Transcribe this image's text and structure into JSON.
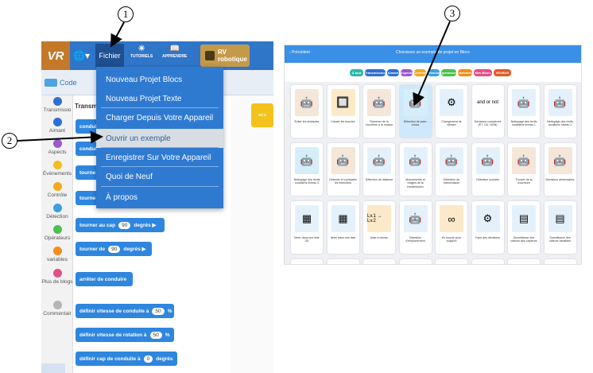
{
  "left_app": {
    "logo": "VR",
    "toolbar": {
      "file_label": "Fichier",
      "tutorials_label": "TUTORIELS",
      "learn_label": "APPRENDRE",
      "robot_label_line1": "RV",
      "robot_label_line2": "robotique"
    },
    "code_tab_label": "Code",
    "workspace_title": "Transm",
    "categories": [
      {
        "label": "Transmissio",
        "color": "#2e6fd1"
      },
      {
        "label": "Aimant",
        "color": "#2e6fd1"
      },
      {
        "label": "Aspects",
        "color": "#9b59d0"
      },
      {
        "label": "Événements",
        "color": "#f2c01e"
      },
      {
        "label": "Contrôle",
        "color": "#f2a81e"
      },
      {
        "label": "Détection",
        "color": "#3aa0e0"
      },
      {
        "label": "Opérateurs",
        "color": "#4cbf4c"
      },
      {
        "label": "variables",
        "color": "#f28c1e"
      },
      {
        "label": "Plus de blogs",
        "color": "#e0508a"
      },
      {
        "label": "Commentair",
        "color": "#b5b5b5"
      }
    ],
    "blocks": [
      {
        "text": "condui",
        "value": ""
      },
      {
        "text": "condui",
        "value": ""
      },
      {
        "text": "tourne",
        "value": ""
      },
      {
        "text": "tourne",
        "value": ""
      },
      {
        "text": "tourner au cap",
        "value": "90",
        "suffix": "degrés ▶"
      },
      {
        "text": "tourner de",
        "value": "90",
        "suffix": "degrés ▶"
      },
      {
        "text": "arrêter de conduire",
        "value": "",
        "suffix": ""
      },
      {
        "text": "définir vitesse de conduite à",
        "value": "50",
        "suffix": "%"
      },
      {
        "text": "définir vitesse de rotation à",
        "value": "50",
        "suffix": "%"
      },
      {
        "text": "définir cap de conduite à",
        "value": "0",
        "suffix": "degrés"
      }
    ],
    "yellow_tab_label": "au c",
    "file_menu": [
      "Nouveau Projet Blocs",
      "Nouveau Projet Texte",
      "Charger Depuis Votre Appareil",
      "Ouvrir un exemple",
      "Enregistrer Sur Votre Appareil",
      "Quoi de Neuf",
      "À propos"
    ],
    "highlighted_menu_index": 3
  },
  "right_app": {
    "back_label": "‹ Précédent",
    "title": "Choisissez un exemple de projet en Blocs",
    "filters": [
      {
        "label": "À tout",
        "color": "#2fb8a8"
      },
      {
        "label": "Transmission",
        "color": "#2e6fd1"
      },
      {
        "label": "Aimant",
        "color": "#2e6fd1"
      },
      {
        "label": "Aspects",
        "color": "#9b59d0"
      },
      {
        "label": "Contrôle",
        "color": "#f2a81e"
      },
      {
        "label": "Détection",
        "color": "#3aa0e0"
      },
      {
        "label": "Opérateurs",
        "color": "#4cbf4c"
      },
      {
        "label": "Variables",
        "color": "#f28c1e"
      },
      {
        "label": "Mes Blocs",
        "color": "#e0508a"
      },
      {
        "label": "VEXBUS",
        "color": "#e05a2a"
      }
    ],
    "examples": [
      {
        "caption": "Éviter les obstacles",
        "color": "#f4e6d8",
        "glyph": "🤖"
      },
      {
        "caption": "Casser les boucles",
        "color": "#fbe9c9",
        "glyph": "🔲"
      },
      {
        "caption": "Ramener de la nourriture à la maison",
        "color": "#f4e6d8",
        "glyph": "🤖"
      },
      {
        "caption": "Détection de pare-chocs",
        "color": "#d6eefa",
        "glyph": "🤖"
      },
      {
        "caption": "Changement de vitesse",
        "color": "#e4f1fb",
        "glyph": "⚙"
      },
      {
        "caption": "Décisions complexes (ET, OU, NON)",
        "color": "#ffffff",
        "glyph": "and or not"
      },
      {
        "caption": "Nettoyage des récifs coralliens niveau 1",
        "color": "#e4f1fb",
        "glyph": "🤖"
      },
      {
        "caption": "Nettoyage des récifs coralliens niveau 2",
        "color": "#e4f1fb",
        "glyph": "🤖"
      },
      {
        "caption": "Nettoyage des récifs coralliens niveau 3",
        "color": "#d6eefa",
        "glyph": "🤖"
      },
      {
        "caption": "Détecter et combattre les incendies",
        "color": "#f4e6d8",
        "glyph": "🤖"
      },
      {
        "caption": "Détection de distance",
        "color": "#e4f1fb",
        "glyph": "🤖"
      },
      {
        "caption": "Mouvements et virages de la transmission",
        "color": "#e4f1fb",
        "glyph": "🤖"
      },
      {
        "caption": "Détection de transmission",
        "color": "#e4f1fb",
        "glyph": "🤖"
      },
      {
        "caption": "Détection oculaire",
        "color": "#e4f1fb",
        "glyph": "🤖"
      },
      {
        "caption": "Trouver de la nourriture",
        "color": "#f4e6d8",
        "glyph": "🤖"
      },
      {
        "caption": "Décisions alimentaires",
        "color": "#f4e6d8",
        "glyph": "🤖"
      },
      {
        "caption": "Itérer dans une liste 2D",
        "color": "#e4f1fb",
        "glyph": "▦"
      },
      {
        "caption": "Itérer dans une liste",
        "color": "#e4f1fb",
        "glyph": "▦"
      },
      {
        "caption": "Mise à niveau",
        "color": "#fbe9c9",
        "glyph": "Lv.1 → Lv.2"
      },
      {
        "caption": "Détection d'emplacement",
        "color": "#e4f1fb",
        "glyph": "🤖"
      },
      {
        "caption": "En boucle pour toujours",
        "color": "#fbe9c9",
        "glyph": "∞"
      },
      {
        "caption": "Faire des décisions",
        "color": "#e4f1fb",
        "glyph": "⚙"
      },
      {
        "caption": "Surveillance des valeurs des capteurs",
        "color": "#e4f1fb",
        "glyph": "▤"
      },
      {
        "caption": "Surveillance des valeurs variables",
        "color": "#e4f1fb",
        "glyph": "▤"
      }
    ],
    "selected_example_index": 3
  },
  "annotations": {
    "badge_1": "1",
    "badge_2": "2",
    "badge_3": "3"
  }
}
